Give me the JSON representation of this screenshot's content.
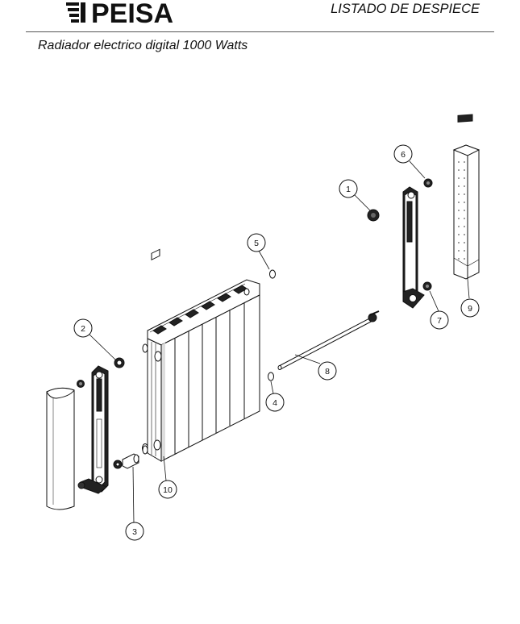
{
  "header": {
    "brand": "PEISA",
    "doc_title": "LISTADO DE DESPIECE",
    "subtitle": "Radiador electrico digital 1000 Watts"
  },
  "callouts": [
    "1",
    "2",
    "3",
    "4",
    "5",
    "6",
    "7",
    "8",
    "9",
    "10"
  ]
}
